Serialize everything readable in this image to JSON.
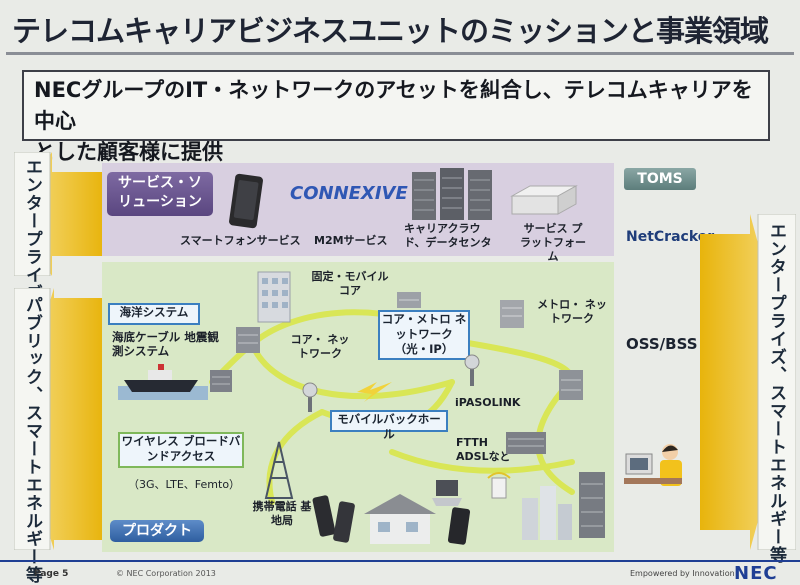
{
  "slide": {
    "title": "テレコムキャリアビジネスユニットのミッションと事業領域",
    "mission_line1": "NECグループのIT・ネットワークのアセットを糾合し、テレコムキャリアを中心",
    "mission_line2": "とした顧客様に提供"
  },
  "left": {
    "arrow_top": "エンタープライズ",
    "arrow_bottom": "パブリック、スマートエネルギー等"
  },
  "right": {
    "toms": "TOMS",
    "netcracker": "NetCracker",
    "oss_bss": "OSS/BSS",
    "arrow": "エンタープライズ、スマートエネルギー等"
  },
  "service": {
    "badge": "サービス・ソリューション",
    "smartphone": "スマートフォンサービス",
    "m2m": "M2Mサービス",
    "connexive": "CONNEXIVE",
    "cloud": "キャリアクラウド、データセンタ",
    "platform": "サービス プラットフォーム"
  },
  "product": {
    "badge": "プロダクト",
    "ocean": "海洋システム",
    "cable": "海底ケーブル 地震観測システム",
    "wireless": "ワイヤレス ブロードバンドアクセス",
    "wireless_types": "（3G、LTE、Femto）",
    "fixed_mobile": "固定・モバイル コア",
    "core_metro": "コア・メトロ ネットワーク （光・IP）",
    "core_net": "コア・ ネットワーク",
    "metro": "メトロ・ ネットワーク",
    "pasolink": "iPASOLINK",
    "backhaul": "モバイルバックホール",
    "ftth": "FTTH ADSLなど",
    "basestation": "携帯電話 基地局"
  },
  "footer": {
    "page": "Page 5",
    "copyright": "© NEC Corporation 2013",
    "tagline": "Empowered by Innovation",
    "logo": "NEC"
  },
  "colors": {
    "arrow_yellow": "#f0c419",
    "service_bg": "#d8cfe0",
    "product_bg": "#d9e8c6",
    "tag_border": "#3b7fc0",
    "footer_bar": "#1f3f94"
  }
}
